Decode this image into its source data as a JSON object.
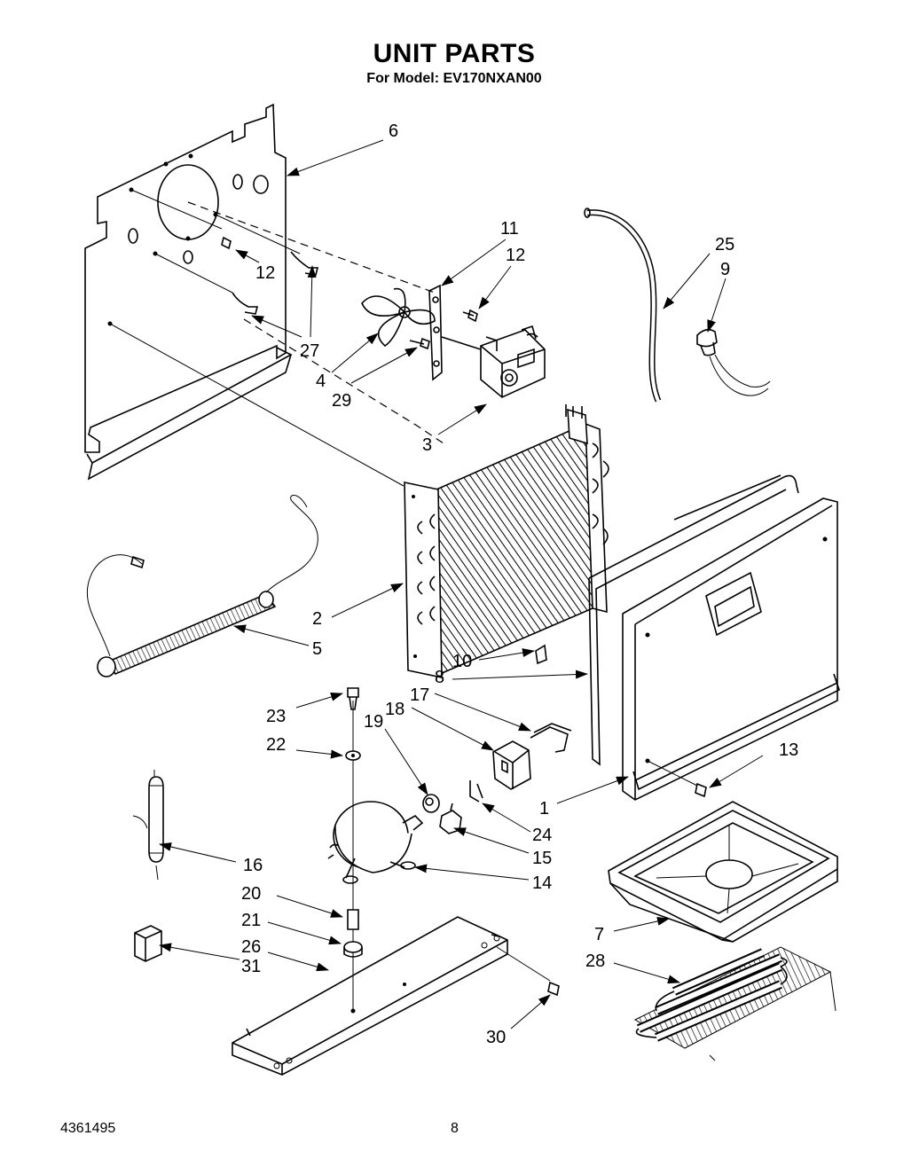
{
  "title": "UNIT PARTS",
  "subtitle": "For Model: EV170NXAN00",
  "footer": {
    "doc_number": "4361495",
    "page_number": "8"
  },
  "callouts": {
    "c6": "6",
    "c11": "11",
    "c12a": "12",
    "c12b": "12",
    "c25": "25",
    "c9": "9",
    "c27": "27",
    "c4": "4",
    "c29": "29",
    "c3": "3",
    "c2": "2",
    "c5": "5",
    "c10": "10",
    "c8": "8",
    "c17": "17",
    "c18": "18",
    "c19": "19",
    "c23": "23",
    "c22": "22",
    "c13": "13",
    "c1": "1",
    "c24": "24",
    "c15": "15",
    "c16": "16",
    "c14": "14",
    "c20": "20",
    "c21": "21",
    "c26": "26",
    "c31": "31",
    "c7": "7",
    "c28": "28",
    "c30": "30"
  }
}
